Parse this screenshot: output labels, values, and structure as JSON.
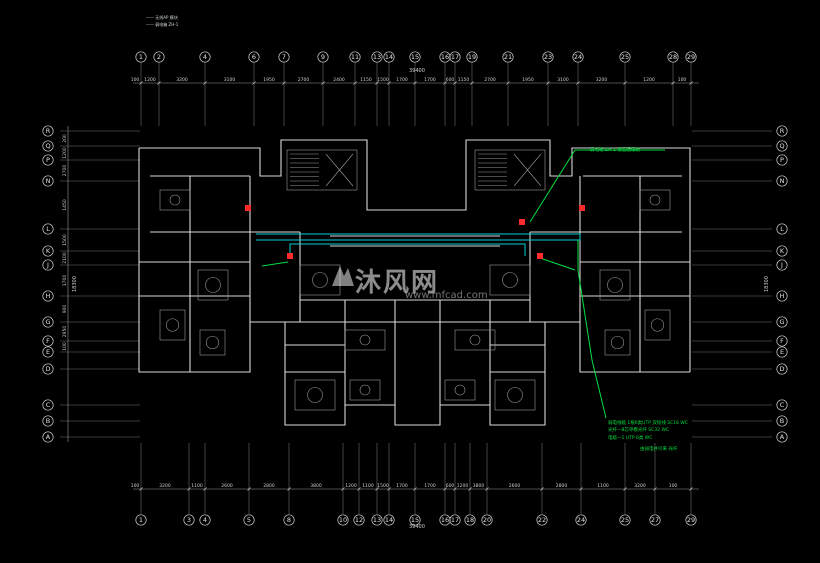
{
  "legend": {
    "line1": "—— 无线AP 模块",
    "line2": "—— 弱电箱 ZH-1"
  },
  "axes_top": [
    "1",
    "2",
    "4",
    "6",
    "7",
    "9",
    "11",
    "13",
    "14",
    "15",
    "16",
    "17",
    "19",
    "21",
    "23",
    "24",
    "25",
    "28",
    "29"
  ],
  "axes_bottom": [
    "1",
    "3",
    "4",
    "5",
    "8",
    "10",
    "12",
    "13",
    "14",
    "15",
    "16",
    "17",
    "18",
    "20",
    "22",
    "24",
    "25",
    "27",
    "29"
  ],
  "axes_rows": [
    "R",
    "Q",
    "P",
    "N",
    "L",
    "K",
    "J",
    "H",
    "G",
    "F",
    "E",
    "D",
    "C",
    "B",
    "A"
  ],
  "dims_top": [
    "100",
    "1200",
    "3200",
    "3100",
    "1950",
    "2700",
    "2400",
    "1150",
    "1500",
    "1700",
    "1700",
    "600",
    "1150",
    "2700",
    "1950",
    "3100",
    "3200",
    "1200",
    "100"
  ],
  "dims_bottom": [
    "100",
    "3200",
    "1100",
    "2600",
    "2800",
    "3800",
    "1200",
    "1100",
    "1500",
    "1700",
    "1700",
    "600",
    "1200",
    "3800",
    "2600",
    "2800",
    "1100",
    "3200",
    "100"
  ],
  "overall_top": "39400",
  "overall_bottom": "39400",
  "dims_left": [
    "200",
    "1200",
    "2700",
    "1450",
    "1500",
    "2100",
    "1700",
    "900",
    "2950",
    "100"
  ],
  "total_left": "18300",
  "total_right": "18300",
  "annotations": {
    "top_right": "弱电箱 ZH-1 楼层配线箱",
    "bottom_right_1": "弱电线缆 1根6类UTP 双绞线 SC16 WC",
    "bottom_right_2": "光纤—8芯单模光纤 SC32 WC",
    "bottom_right_3": "电缆—1 UTP 6类 WC",
    "bottom_right_4": "由弱电井引来 光纤"
  },
  "watermark": {
    "text": "沐风网",
    "url": "www.mfcad.com"
  },
  "colors": {
    "walls": "#d8d8d8",
    "green": "#00e040",
    "cyan": "#00d0d0",
    "red": "#ff2a2a",
    "background": "#000000"
  }
}
